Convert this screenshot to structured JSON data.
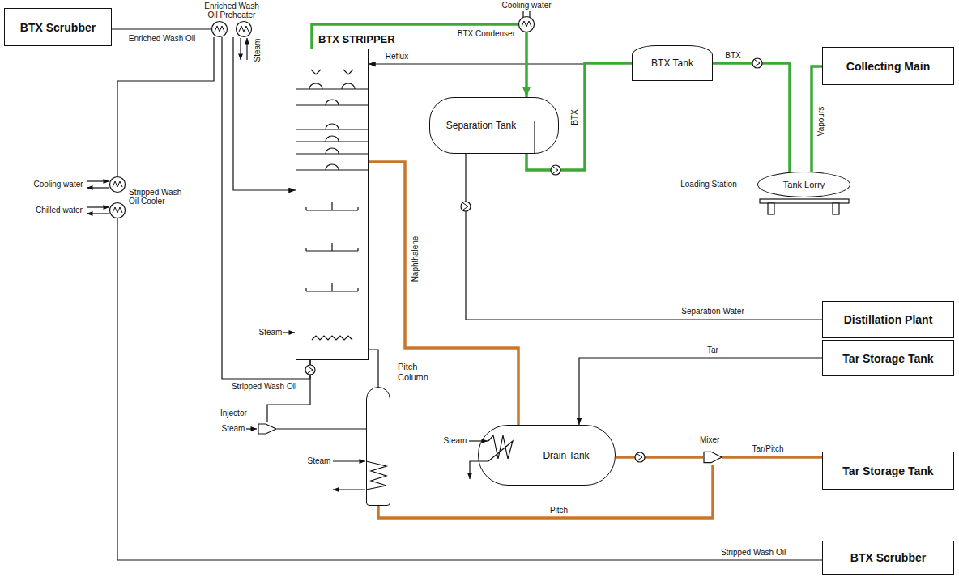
{
  "diagram": {
    "nodes": [
      {
        "text": [
          "BTX Scrubber"
        ]
      },
      {
        "text": [
          "Enriched Wash Oil Preheater"
        ]
      },
      {
        "text": [
          "BTX STRIPPER"
        ]
      },
      {
        "text": [
          "BTX Condenser"
        ]
      },
      {
        "text": [
          "Separation Tank"
        ]
      },
      {
        "text": [
          "BTX Tank"
        ]
      },
      {
        "text": [
          "Collecting Main"
        ]
      },
      {
        "text": [
          "Tank Lorry"
        ]
      },
      {
        "text": [
          "Distillation Plant"
        ]
      },
      {
        "text": [
          "Stripped Wash Oil Cooler"
        ]
      },
      {
        "text": [
          "Injector"
        ]
      },
      {
        "text": [
          "Pitch Column"
        ]
      },
      {
        "text": [
          "Drain Tank"
        ]
      },
      {
        "text": [
          "Tar Storage Tank"
        ]
      },
      {
        "text": [
          "Mixer"
        ]
      },
      {
        "text": [
          "Tar Storage Tank"
        ]
      },
      {
        "text": [
          "BTX Scrubber"
        ]
      }
    ],
    "edges": [
      {
        "from": 0,
        "to": 1,
        "label": "Enriched Wash Oil",
        "arrow": "none"
      },
      {
        "from": 1,
        "to": 2,
        "arrow": "to"
      },
      {
        "from": 2,
        "to": 1,
        "label": "Stripped Wash Oil",
        "arrow": "none"
      },
      {
        "from": 1,
        "to": 9,
        "arrow": "none"
      },
      {
        "from": 9,
        "to": 16,
        "label": "Stripped Wash Oil",
        "arrow": "none"
      },
      {
        "from": 2,
        "to": 3,
        "arrow": "none"
      },
      {
        "from": 3,
        "to": 4,
        "arrow": "to"
      },
      {
        "from": 4,
        "to": 5,
        "label": "BTX",
        "arrow": "none"
      },
      {
        "from": 4,
        "to": 2,
        "label": "Reflux",
        "arrow": "to"
      },
      {
        "from": 5,
        "to": 7,
        "label": "BTX",
        "arrow": "none"
      },
      {
        "from": 7,
        "to": 6,
        "label": "Vapours",
        "arrow": "none"
      },
      {
        "from": 4,
        "to": 8,
        "label": "Separation Water",
        "arrow": "none"
      },
      {
        "from": 11,
        "to": 2,
        "arrow": "none"
      },
      {
        "from": 2,
        "to": 10,
        "arrow": "none"
      },
      {
        "from": 10,
        "to": 11,
        "arrow": "none"
      },
      {
        "from": 2,
        "to": 12,
        "label": "Naphthalene",
        "arrow": "none"
      },
      {
        "from": 13,
        "to": 12,
        "label": "Tar",
        "arrow": "to"
      },
      {
        "from": 12,
        "to": 14,
        "arrow": "none"
      },
      {
        "from": 11,
        "to": 14,
        "label": "Pitch",
        "arrow": "none"
      },
      {
        "from": 14,
        "to": 15,
        "label": "Tar/Pitch",
        "arrow": "none"
      }
    ],
    "labels": [
      "Steam",
      "Steam",
      "Steam",
      "Steam",
      "Steam",
      "Cooling water",
      "Cooling water",
      "Chilled water",
      "Loading Station"
    ]
  }
}
